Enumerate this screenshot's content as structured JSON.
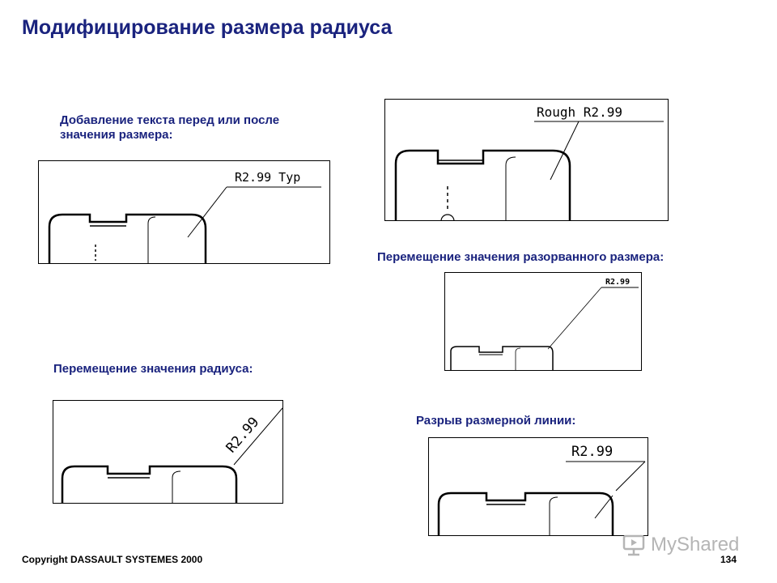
{
  "page": {
    "title": "Модифицирование размера радиуса",
    "label_add_text": "Добавление текста перед или после\nзначения размера:",
    "label_move_broken": "Перемещение значения разорванного размера:",
    "label_move_radius": "Перемещение значения радиуса:",
    "label_break_line": "Разрыв размерной линии:"
  },
  "drawings": {
    "typ": "R2.99 Typ",
    "rough": "Rough R2.99",
    "broken": "R2.99",
    "radius": "R2.99",
    "break": "R2.99"
  },
  "footer": {
    "copyright": "Copyright DASSAULT SYSTEMES 2000",
    "page_number": "134"
  },
  "watermark": {
    "text": "MyShared",
    "icon": "presentation-screen-icon"
  },
  "colors": {
    "heading": "#1a237e",
    "line": "#000000",
    "watermark": "#b5b5b5"
  }
}
